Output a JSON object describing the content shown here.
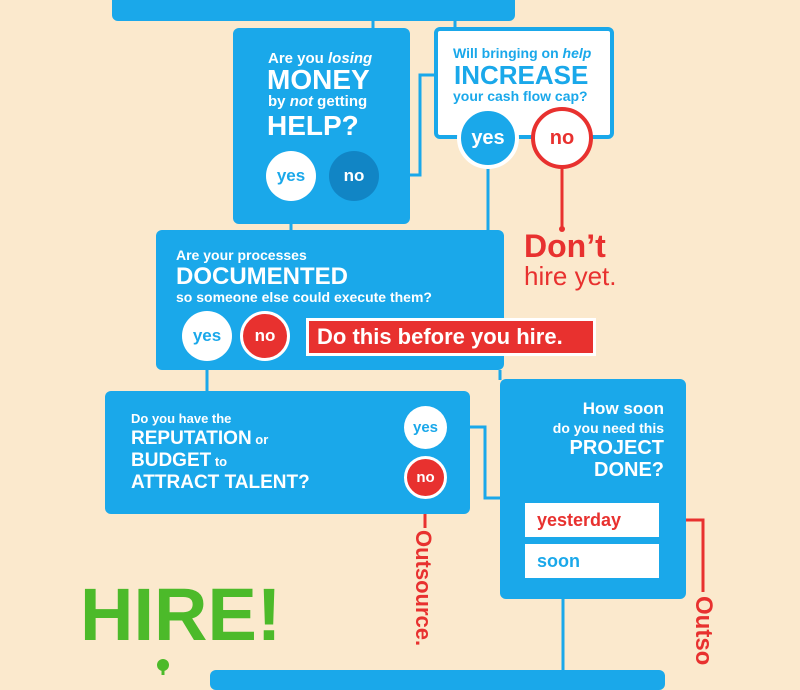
{
  "q_money": {
    "line1_pre": "Are you ",
    "line1_em": "losing",
    "line2": "MONEY",
    "line3_pre": "by ",
    "line3_em": "not",
    "line3_post": " getting",
    "line4": "HELP?",
    "yes": "yes",
    "no": "no"
  },
  "q_cashflow": {
    "line1_pre": "Will bringing on ",
    "line1_em": "help",
    "line2": "INCREASE",
    "line3": "your cash flow cap?",
    "yes": "yes",
    "no": "no"
  },
  "dont_hire": {
    "line1": "Don’t",
    "line2": "hire yet."
  },
  "q_documented": {
    "line1": "Are your processes",
    "line2": "DOCUMENTED",
    "line3": "so someone else could execute them?",
    "yes": "yes",
    "no": "no",
    "action": "Do this before you hire."
  },
  "q_reputation": {
    "line1": "Do you have the",
    "line2a": "REPUTATION",
    "line2b": " or",
    "line3a": "BUDGET",
    "line3b": " to",
    "line4": "ATTRACT TALENT?",
    "yes": "yes",
    "no": "no",
    "outcome_no": "Outsource."
  },
  "q_soon": {
    "line1": "How soon",
    "line2": "do you need this",
    "line3": "PROJECT",
    "line4": "DONE?",
    "options": [
      "yesterday",
      "soon"
    ],
    "outcome_partial": "Outso"
  },
  "hire": {
    "label": "HIRE!"
  },
  "colors": {
    "background": "#fbe9cd",
    "blue": "#1aa8ea",
    "dark_blue": "#1185c5",
    "red": "#e8312f",
    "green": "#4cba2a"
  }
}
